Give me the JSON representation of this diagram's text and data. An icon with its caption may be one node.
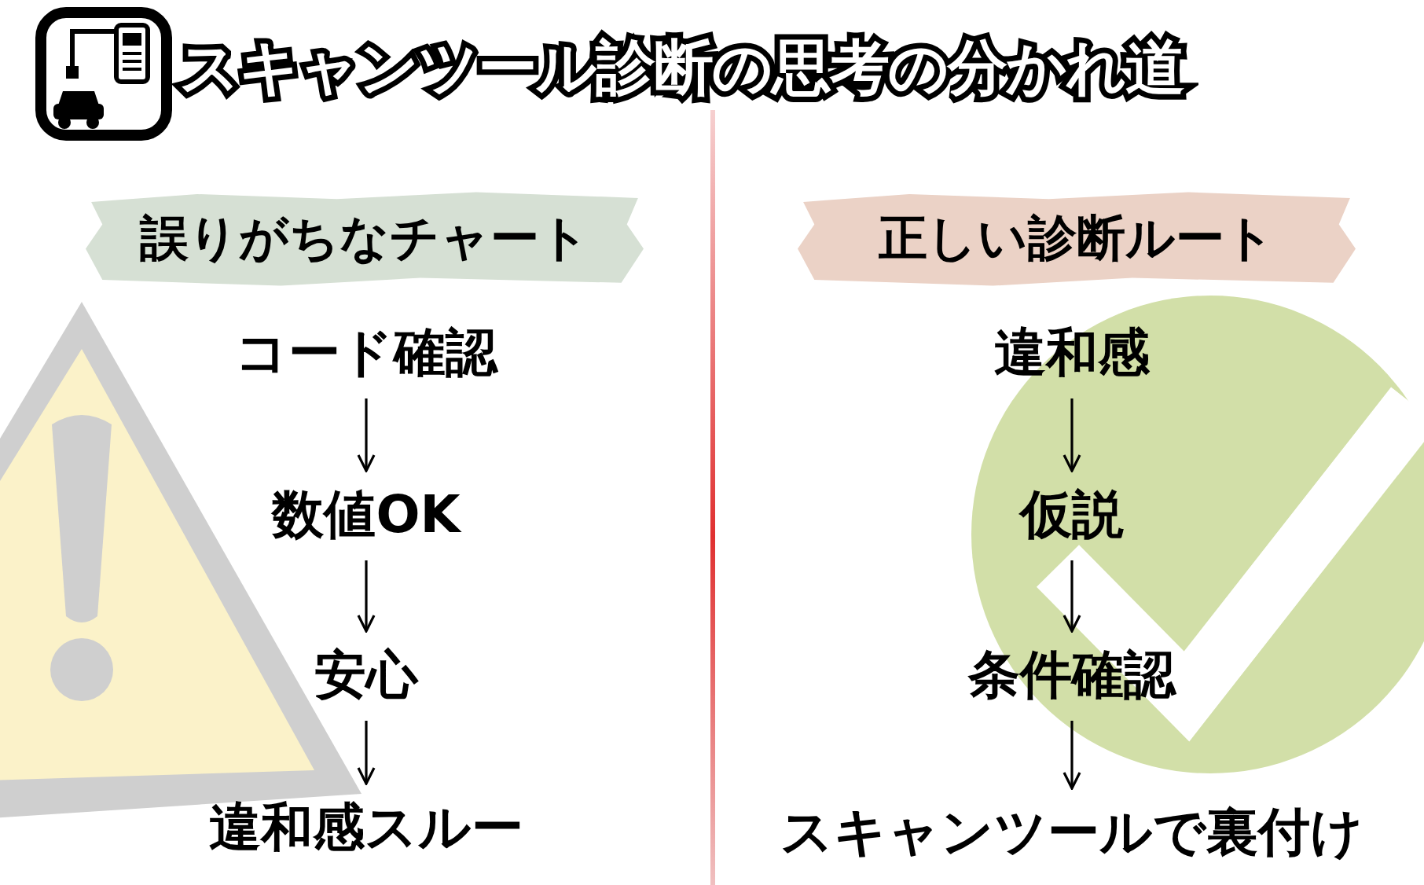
{
  "diagram": {
    "title": "スキャンツール診断の思考の分かれ道",
    "nodes": [
      {
        "text": [
          "誤りがちなチャート"
        ]
      },
      {
        "text": [
          "コード確認"
        ]
      },
      {
        "text": [
          "数値OK"
        ]
      },
      {
        "text": [
          "安心"
        ]
      },
      {
        "text": [
          "違和感スルー"
        ]
      },
      {
        "text": [
          "正しい診断ルート"
        ]
      },
      {
        "text": [
          "違和感"
        ]
      },
      {
        "text": [
          "仮説"
        ]
      },
      {
        "text": [
          "条件確認"
        ]
      },
      {
        "text": [
          "スキャンツールで裏付け"
        ]
      }
    ],
    "edges": [
      {
        "from": 1,
        "to": 2,
        "arrow": "to"
      },
      {
        "from": 2,
        "to": 3,
        "arrow": "to"
      },
      {
        "from": 3,
        "to": 4,
        "arrow": "to"
      },
      {
        "from": 6,
        "to": 7,
        "arrow": "to"
      },
      {
        "from": 7,
        "to": 8,
        "arrow": "to"
      },
      {
        "from": 8,
        "to": 9,
        "arrow": "to"
      }
    ]
  }
}
